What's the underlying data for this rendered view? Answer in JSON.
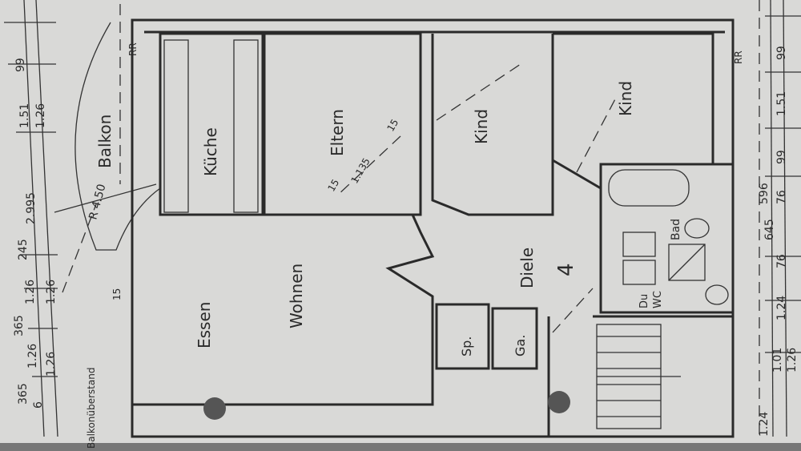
{
  "rooms": {
    "balkon": "Balkon",
    "kueche": "Küche",
    "eltern": "Eltern",
    "kind1": "Kind",
    "kind2": "Kind",
    "essen": "Essen",
    "wohnen": "Wohnen",
    "diele": "Diele",
    "unit_number": "4",
    "speisekammer": "Sp.",
    "garderobe": "Ga.",
    "bad": "Bad",
    "dusche": "Du",
    "wc": "WC"
  },
  "annotations": {
    "balkon_radius": "R 4.50",
    "balkonueberstand": "Balkonüberstand",
    "rr_left": "RR",
    "rr_right": "RR",
    "door_width": "1.135",
    "door_15a": "15",
    "door_15b": "15",
    "balkon_offset": "15"
  },
  "dimensions_left": [
    "99",
    "1.51",
    "1.26",
    "2.995",
    "245",
    "1.26",
    "1.26",
    "365",
    "1.26",
    "1.26",
    "365",
    "6"
  ],
  "dimensions_right": [
    "99",
    "1.51",
    "99",
    "76",
    "645",
    "76",
    "1.24",
    "1.01",
    "1.26",
    "1.24",
    "596"
  ],
  "colors": {
    "paper": "#d9d9d7",
    "ink": "#2a2a2a"
  }
}
